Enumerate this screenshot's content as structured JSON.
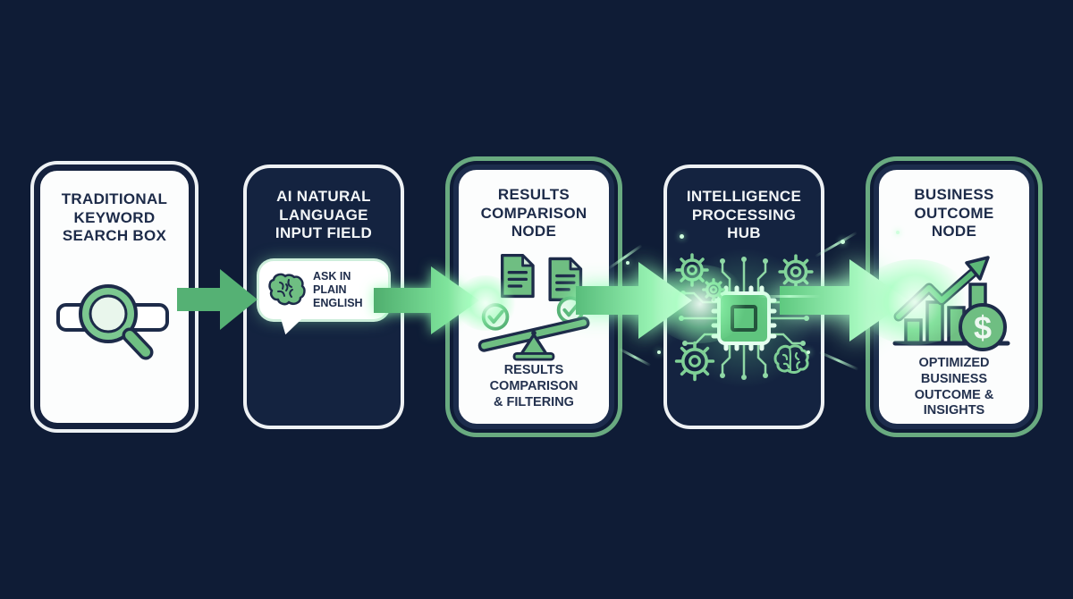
{
  "colors": {
    "background": "#0f1c36",
    "navy_text": "#1d2b49",
    "white": "#fcfdfd",
    "green_solid": "#55b174",
    "green_icon": "#6fbe82",
    "green_ring": "#69aa80",
    "green_glow": "#9fffbe"
  },
  "nodes": [
    {
      "id": "traditional-keyword-search-box",
      "title": "TRADITIONAL\nKEYWORD\nSEARCH BOX",
      "card_style": "white-card-navy-ring",
      "icon": "magnifier-search-box-icon"
    },
    {
      "id": "ai-natural-language-input-field",
      "title": "AI NATURAL\nLANGUAGE\nINPUT FIELD",
      "card_style": "navy-card-white-ring",
      "icon": "speech-bubble-brain-icon",
      "bubble_text": "ASK IN\nPLAIN\nENGLISH"
    },
    {
      "id": "results-comparison-node",
      "title": "RESULTS\nCOMPARISON\nNODE",
      "card_style": "white-card-green-ring",
      "icon": "documents-balance-icon",
      "caption": "RESULTS\nCOMPARISON\n& FILTERING"
    },
    {
      "id": "intelligence-processing-hub",
      "title": "INTELLIGENCE\nPROCESSING\nHUB",
      "card_style": "navy-card-white-ring",
      "icon": "cpu-gears-brain-icon"
    },
    {
      "id": "business-outcome-node",
      "title": "BUSINESS\nOUTCOME\nNODE",
      "card_style": "white-card-green-ring",
      "icon": "growth-chart-dollar-icon",
      "caption": "OPTIMIZED\nBUSINESS\nOUTCOME &\nINSIGHTS"
    }
  ],
  "connectors": [
    {
      "name": "arrow-1",
      "from": "traditional-keyword-search-box",
      "to": "ai-natural-language-input-field",
      "glow": "none"
    },
    {
      "name": "arrow-2",
      "from": "ai-natural-language-input-field",
      "to": "results-comparison-node",
      "glow": "medium"
    },
    {
      "name": "arrow-3",
      "from": "results-comparison-node",
      "to": "intelligence-processing-hub",
      "glow": "strong"
    },
    {
      "name": "arrow-4",
      "from": "intelligence-processing-hub",
      "to": "business-outcome-node",
      "glow": "intense"
    }
  ]
}
